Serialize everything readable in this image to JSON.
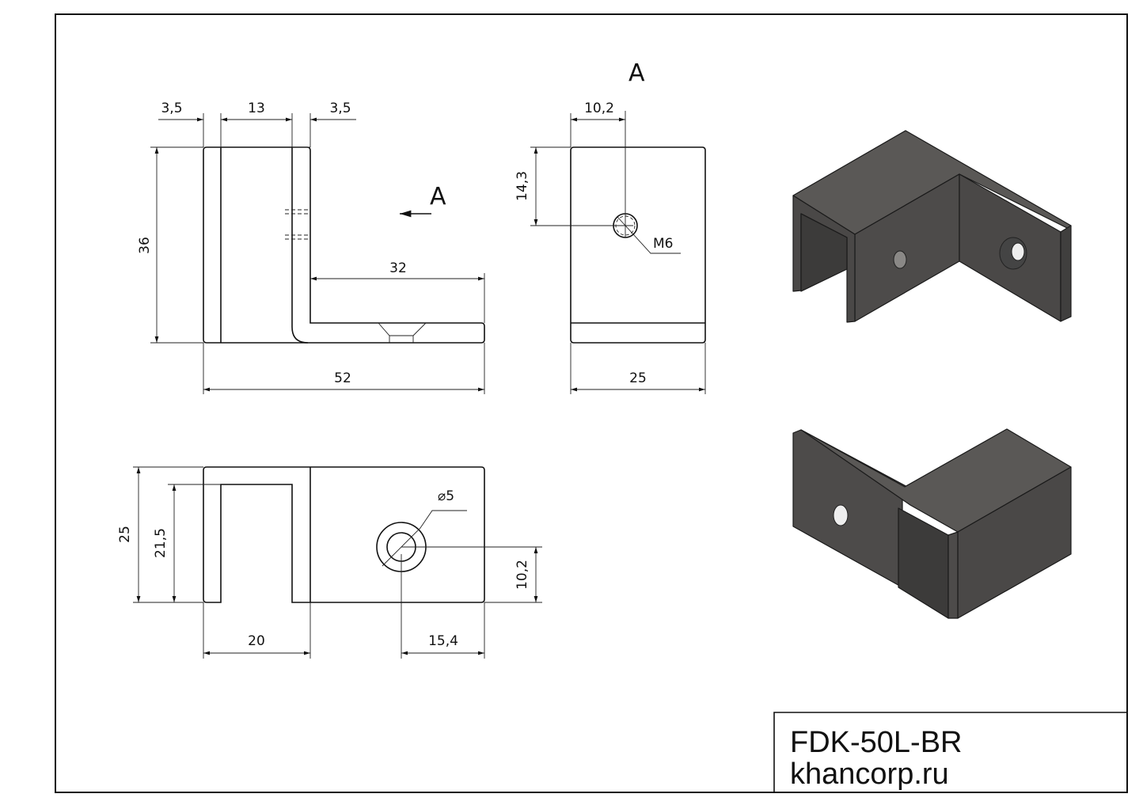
{
  "title_block": {
    "part_number": "FDK-50L-BR",
    "website": "khancorp.ru"
  },
  "section_label": "A",
  "view_arrow_label": "A",
  "front_view": {
    "dims": {
      "left_wall": "3,5",
      "gap": "13",
      "right_wall": "3,5",
      "height": "36",
      "base_length": "32",
      "total_length": "52"
    }
  },
  "side_view": {
    "dims": {
      "hole_x": "10,2",
      "hole_y": "14,3",
      "thread": "M6",
      "width": "25"
    }
  },
  "top_view": {
    "dims": {
      "width": "25",
      "slot_depth": "21,5",
      "hole_diameter": "⌀5",
      "slot_width": "20",
      "hole_offset_x": "15,4",
      "hole_offset_y": "10,2"
    }
  },
  "colors": {
    "part_face_light": "#5a5856",
    "part_face_mid": "#4d4b4a",
    "part_face_dark": "#403f3e"
  }
}
